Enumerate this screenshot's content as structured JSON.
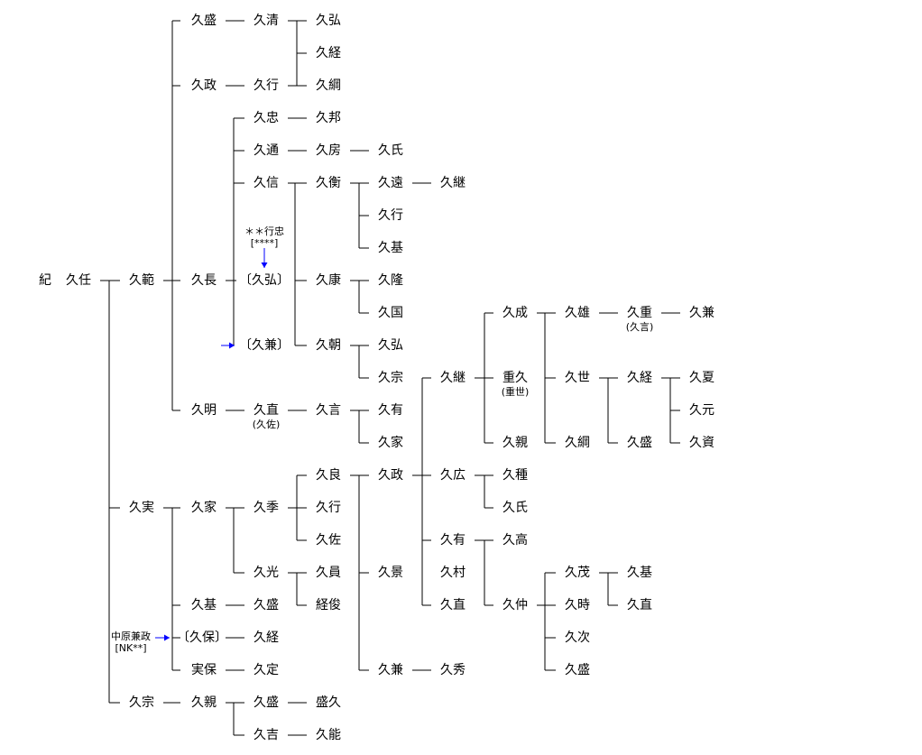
{
  "persons": [
    {
      "id": "ki",
      "name": "紀"
    },
    {
      "id": "hisato",
      "name": "久任"
    },
    {
      "id": "hisanori",
      "name": "久範"
    },
    {
      "id": "hisazane",
      "name": "久実"
    },
    {
      "id": "hisamune0",
      "name": "久宗"
    },
    {
      "id": "hisamori1",
      "name": "久盛"
    },
    {
      "id": "hisamasa1",
      "name": "久政"
    },
    {
      "id": "hisanaga",
      "name": "久長"
    },
    {
      "id": "hisaaki",
      "name": "久明"
    },
    {
      "id": "hisakiyo",
      "name": "久清"
    },
    {
      "id": "hisayuki1",
      "name": "久行"
    },
    {
      "id": "hisahiro1",
      "name": "久弘"
    },
    {
      "id": "hisatsune1",
      "name": "久経"
    },
    {
      "id": "hisatsuna1",
      "name": "久綱"
    },
    {
      "id": "hisatada",
      "name": "久忠"
    },
    {
      "id": "hisamichi",
      "name": "久通"
    },
    {
      "id": "hisanobu",
      "name": "久信"
    },
    {
      "id": "hisahiro_b",
      "name": "〔久弘〕"
    },
    {
      "id": "hisakane_b",
      "name": "〔久兼〕"
    },
    {
      "id": "hisakuni1",
      "name": "久邦"
    },
    {
      "id": "hisafusa",
      "name": "久房"
    },
    {
      "id": "hisauji1",
      "name": "久氏"
    },
    {
      "id": "hisahira",
      "name": "久衡"
    },
    {
      "id": "hisayasu",
      "name": "久康"
    },
    {
      "id": "hisatomo",
      "name": "久朝"
    },
    {
      "id": "hisato2",
      "name": "久遠"
    },
    {
      "id": "hisatsugu1",
      "name": "久継"
    },
    {
      "id": "hisayuki2",
      "name": "久行"
    },
    {
      "id": "hisamoto1",
      "name": "久基"
    },
    {
      "id": "hisataka1",
      "name": "久隆"
    },
    {
      "id": "hisakuni2",
      "name": "久国"
    },
    {
      "id": "hisahiro2",
      "name": "久弘"
    },
    {
      "id": "hisamune1",
      "name": "久宗"
    },
    {
      "id": "hisanao1",
      "name": "久直",
      "alias": "(久佐)"
    },
    {
      "id": "hisakoto",
      "name": "久言"
    },
    {
      "id": "hisaari1",
      "name": "久有"
    },
    {
      "id": "hisaie1",
      "name": "久家"
    },
    {
      "id": "hisatsugu2",
      "name": "久継"
    },
    {
      "id": "hisanari",
      "name": "久成"
    },
    {
      "id": "shigehisa",
      "name": "重久",
      "alias": "(重世)"
    },
    {
      "id": "hisachika1",
      "name": "久親"
    },
    {
      "id": "hisao",
      "name": "久雄"
    },
    {
      "id": "hisayo",
      "name": "久世"
    },
    {
      "id": "hisatsuna2",
      "name": "久綱"
    },
    {
      "id": "hisashige",
      "name": "久重",
      "alias": "(久言)"
    },
    {
      "id": "hisakane1",
      "name": "久兼"
    },
    {
      "id": "hisatsune2",
      "name": "久経"
    },
    {
      "id": "hisamori2",
      "name": "久盛"
    },
    {
      "id": "hisanatsu",
      "name": "久夏"
    },
    {
      "id": "hisamoto_g",
      "name": "久元"
    },
    {
      "id": "hisasuke",
      "name": "久資"
    },
    {
      "id": "hisaie2",
      "name": "久家"
    },
    {
      "id": "hisamoto2",
      "name": "久基"
    },
    {
      "id": "hisayasu_b",
      "name": "〔久保〕"
    },
    {
      "id": "saneyasu",
      "name": "実保"
    },
    {
      "id": "hisasue",
      "name": "久季"
    },
    {
      "id": "hisamitsu",
      "name": "久光"
    },
    {
      "id": "hisamori3",
      "name": "久盛"
    },
    {
      "id": "hisatsune3",
      "name": "久経"
    },
    {
      "id": "hisasada",
      "name": "久定"
    },
    {
      "id": "hisayoshi",
      "name": "久良"
    },
    {
      "id": "hisayuki3",
      "name": "久行"
    },
    {
      "id": "hisasuke2",
      "name": "久佐"
    },
    {
      "id": "hisakazu",
      "name": "久員"
    },
    {
      "id": "tsunetoshi",
      "name": "経俊"
    },
    {
      "id": "hisamasa2",
      "name": "久政"
    },
    {
      "id": "hisakage",
      "name": "久景"
    },
    {
      "id": "hisakane2",
      "name": "久兼"
    },
    {
      "id": "hisahiro3",
      "name": "久広"
    },
    {
      "id": "hisaari2",
      "name": "久有"
    },
    {
      "id": "hisamura",
      "name": "久村"
    },
    {
      "id": "hisanao2",
      "name": "久直"
    },
    {
      "id": "hisahide",
      "name": "久秀"
    },
    {
      "id": "hisatane",
      "name": "久種"
    },
    {
      "id": "hisauji2",
      "name": "久氏"
    },
    {
      "id": "hisataka2",
      "name": "久高"
    },
    {
      "id": "hisanaka",
      "name": "久仲"
    },
    {
      "id": "hisashige2",
      "name": "久茂"
    },
    {
      "id": "hisatoki",
      "name": "久時"
    },
    {
      "id": "hisatsugu3",
      "name": "久次"
    },
    {
      "id": "hisamori4",
      "name": "久盛"
    },
    {
      "id": "hisamoto3",
      "name": "久基"
    },
    {
      "id": "hisanao3",
      "name": "久直"
    },
    {
      "id": "hisachika2",
      "name": "久親"
    },
    {
      "id": "hisamori5",
      "name": "久盛"
    },
    {
      "id": "hisayoshi2",
      "name": "久吉"
    },
    {
      "id": "morihisa",
      "name": "盛久"
    },
    {
      "id": "hisayoshi3",
      "name": "久能"
    }
  ],
  "notes": [
    {
      "id": "note_yukitada",
      "lines": [
        "＊＊行忠",
        "[****]"
      ]
    },
    {
      "id": "note_kanemasa",
      "lines": [
        "中原兼政",
        "[NK**]"
      ]
    }
  ],
  "colors": {
    "line": "#000000",
    "arrow": "#0000ff",
    "text": "#000000"
  }
}
